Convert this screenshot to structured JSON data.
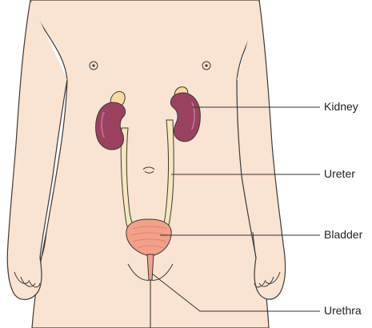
{
  "colors": {
    "skin": "#fbe3d2",
    "outline": "#3a3a3a",
    "kidney": "#9b4160",
    "kidney_highlight": "#c27893",
    "adrenal": "#f7d9a3",
    "ureter": "#f8e6bd",
    "bladder": "#f2a08a",
    "bladder_stripe": "#e0826d",
    "leader_line": "#333333"
  },
  "labels": {
    "kidney": "Kidney",
    "ureter": "Ureter",
    "bladder": "Bladder",
    "urethra": "Urethra"
  }
}
